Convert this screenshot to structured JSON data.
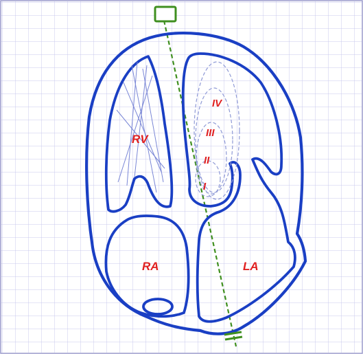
{
  "diagram": {
    "chambers": {
      "rv": "RV",
      "ra": "RA",
      "la": "LA"
    },
    "segments": [
      "I",
      "II",
      "III",
      "IV"
    ],
    "colors": {
      "grid": "#c9c9ee",
      "heart": "#1a3fc4",
      "label": "#e02020",
      "probe": "#3f8f1f",
      "thin_lines": "#7a87d6"
    },
    "icons": {
      "probe_head": "rectangle-transducer",
      "probe_tip": "double-tick-marker"
    }
  }
}
